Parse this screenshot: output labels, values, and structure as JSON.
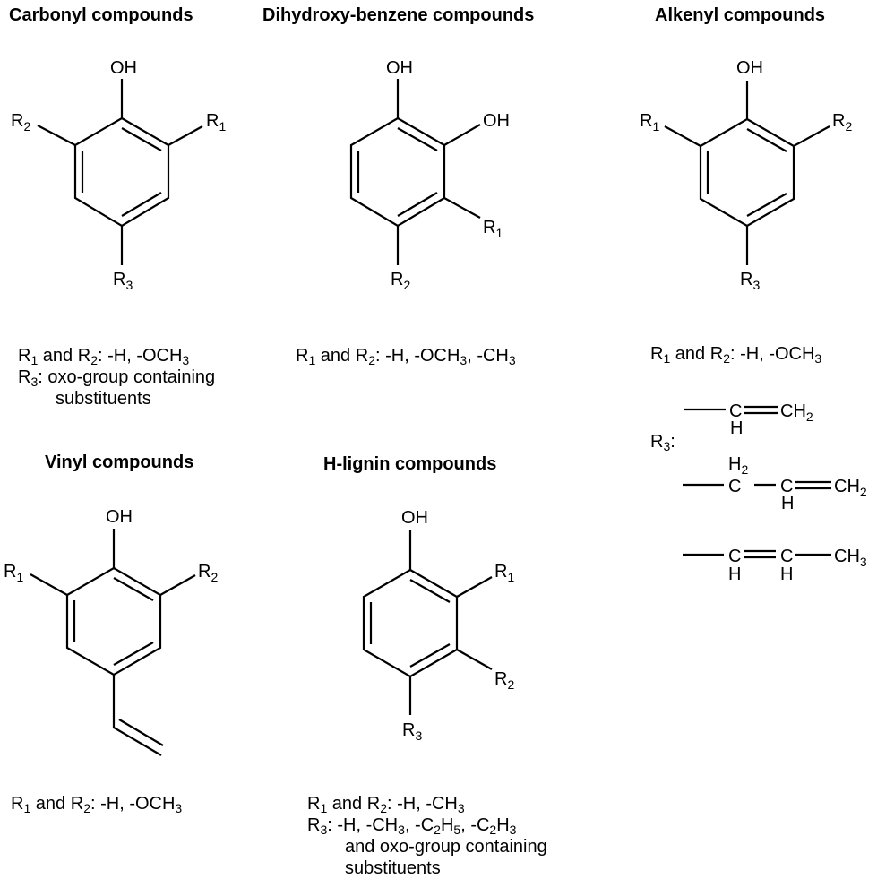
{
  "panels": {
    "carbonyl": {
      "title": "Carbonyl compounds",
      "labels": {
        "oh": "OH",
        "r_left": "R",
        "r_left_sub": "2",
        "r_right": "R",
        "r_right_sub": "1",
        "r_bottom": "R",
        "r_bottom_sub": "3"
      },
      "notes": {
        "line1": {
          "a": "R",
          "a_sub": "1",
          "b": " and R",
          "b_sub": "2",
          "c": ": -H, -OCH",
          "c_sub": "3"
        },
        "line2": {
          "a": "R",
          "a_sub": "3",
          "b": ": oxo-group containing"
        },
        "line3": "substituents"
      }
    },
    "dihydroxy": {
      "title": "Dihydroxy-benzene compounds",
      "labels": {
        "oh_top": "OH",
        "oh_right": "OH",
        "r_right": "R",
        "r_right_sub": "1",
        "r_bottom": "R",
        "r_bottom_sub": "2"
      },
      "notes": {
        "line1": {
          "a": "R",
          "a_sub": "1",
          "b": " and R",
          "b_sub": "2",
          "c": ": -H, -OCH",
          "c_sub": "3",
          "d": ", -CH",
          "d_sub": "3"
        }
      }
    },
    "alkenyl": {
      "title": "Alkenyl compounds",
      "labels": {
        "oh": "OH",
        "r_left": "R",
        "r_left_sub": "1",
        "r_right": "R",
        "r_right_sub": "2",
        "r_bottom": "R",
        "r_bottom_sub": "3"
      },
      "notes": {
        "line1": {
          "a": "R",
          "a_sub": "1",
          "b": " and R",
          "b_sub": "2",
          "c": ": -H, -OCH",
          "c_sub": "3"
        },
        "r3_label": {
          "a": "R",
          "a_sub": "3",
          "b": ":"
        },
        "substituents": [
          {
            "atoms": [
              "C",
              "CH"
            ],
            "h_below": [
              "H"
            ],
            "end_sub": "2"
          },
          {
            "atoms": [
              "C",
              "C",
              "CH"
            ],
            "h_above": "H",
            "h_above_sub": "2",
            "h_below": [
              "H"
            ],
            "end_sub": "2"
          },
          {
            "atoms": [
              "C",
              "C",
              "CH"
            ],
            "h_below": [
              "H",
              "H"
            ],
            "end_sub": "3"
          }
        ]
      }
    },
    "vinyl": {
      "title": "Vinyl compounds",
      "labels": {
        "oh": "OH",
        "r_left": "R",
        "r_left_sub": "1",
        "r_right": "R",
        "r_right_sub": "2"
      },
      "notes": {
        "line1": {
          "a": "R",
          "a_sub": "1",
          "b": " and R",
          "b_sub": "2",
          "c": ": -H, -OCH",
          "c_sub": "3"
        }
      }
    },
    "hlignin": {
      "title": "H-lignin compounds",
      "labels": {
        "oh": "OH",
        "r1": "R",
        "r1_sub": "1",
        "r2": "R",
        "r2_sub": "2",
        "r3": "R",
        "r3_sub": "3"
      },
      "notes": {
        "line1": {
          "a": "R",
          "a_sub": "1",
          "b": " and R",
          "b_sub": "2",
          "c": ": -H, -CH",
          "c_sub": "3"
        },
        "line2": {
          "a": "R",
          "a_sub": "3",
          "b": ": -H, -CH",
          "b_sub": "3",
          "c": ", -C",
          "c_sub": "2",
          "d": "H",
          "d_sub": "5",
          "e": ", -C",
          "e_sub": "2",
          "f": "H",
          "f_sub": "3"
        },
        "line3": "and oxo-group containing",
        "line4": "substituents"
      }
    }
  }
}
